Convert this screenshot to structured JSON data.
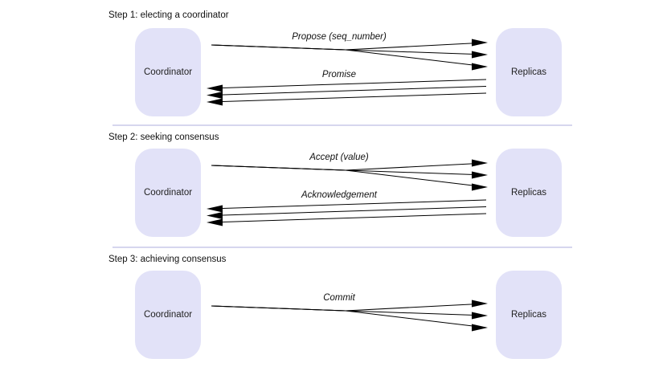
{
  "steps": [
    {
      "title": "Step 1: electing a coordinator",
      "coordinator": "Coordinator",
      "replicas": "Replicas",
      "messages": [
        {
          "label": "Propose (seq_number)",
          "direction": "coordinator-to-replicas",
          "count": 3
        },
        {
          "label": "Promise",
          "direction": "replicas-to-coordinator",
          "count": 3
        }
      ]
    },
    {
      "title": "Step 2: seeking consensus",
      "coordinator": "Coordinator",
      "replicas": "Replicas",
      "messages": [
        {
          "label": "Accept (value)",
          "direction": "coordinator-to-replicas",
          "count": 3
        },
        {
          "label": "Acknowledgement",
          "direction": "replicas-to-coordinator",
          "count": 3
        }
      ]
    },
    {
      "title": "Step 3: achieving consensus",
      "coordinator": "Coordinator",
      "replicas": "Replicas",
      "messages": [
        {
          "label": "Commit",
          "direction": "coordinator-to-replicas",
          "count": 3
        }
      ]
    }
  ],
  "colors": {
    "node_fill": "#e2e2f8",
    "divider": "#d6d6ee",
    "arrow": "#000000"
  }
}
